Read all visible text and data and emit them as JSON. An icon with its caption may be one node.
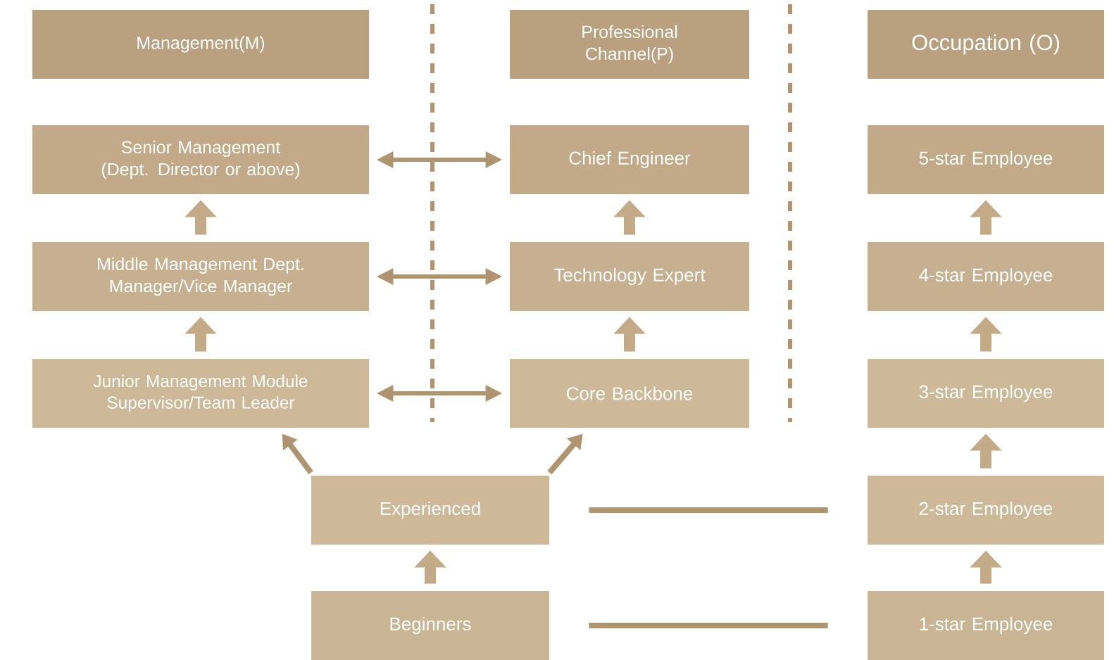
{
  "diagram": {
    "nodes": [
      {
        "text": [
          "Management(M)"
        ]
      },
      {
        "text": [
          "Professional Channel(P)"
        ]
      },
      {
        "text": [
          "Occupation (O)"
        ]
      },
      {
        "text": [
          "Senior Management (Dept. Director or above)"
        ]
      },
      {
        "text": [
          "Chief Engineer"
        ]
      },
      {
        "text": [
          "5-star Employee"
        ]
      },
      {
        "text": [
          "Middle Management Dept. Manager/Vice Manager"
        ]
      },
      {
        "text": [
          "Technology Expert"
        ]
      },
      {
        "text": [
          "4-star Employee"
        ]
      },
      {
        "text": [
          "Junior Management Module Supervisor/Team Leader"
        ]
      },
      {
        "text": [
          "Core Backbone"
        ]
      },
      {
        "text": [
          "3-star Employee"
        ]
      },
      {
        "text": [
          "Experienced"
        ]
      },
      {
        "text": [
          "2-star Employee"
        ]
      },
      {
        "text": [
          "Beginners"
        ]
      },
      {
        "text": [
          "1-star Employee"
        ]
      }
    ],
    "edges": [
      {
        "from": 3,
        "to": 4,
        "arrow": "both",
        "color": "#b09470"
      },
      {
        "from": 6,
        "to": 7,
        "arrow": "both",
        "color": "#b09470"
      },
      {
        "from": 9,
        "to": 10,
        "arrow": "both",
        "color": "#b09470"
      },
      {
        "from": 6,
        "to": 3,
        "arrow": "to"
      },
      {
        "from": 9,
        "to": 6,
        "arrow": "to"
      },
      {
        "from": 7,
        "to": 4,
        "arrow": "to"
      },
      {
        "from": 10,
        "to": 7,
        "arrow": "to"
      },
      {
        "from": 8,
        "to": 5,
        "arrow": "to"
      },
      {
        "from": 11,
        "to": 8,
        "arrow": "to"
      },
      {
        "from": 13,
        "to": 11,
        "arrow": "to"
      },
      {
        "from": 15,
        "to": 13,
        "arrow": "to"
      },
      {
        "from": 12,
        "to": 9,
        "arrow": "to",
        "color": "#b09470"
      },
      {
        "from": 12,
        "to": 10,
        "arrow": "to",
        "color": "#b09470"
      },
      {
        "from": 14,
        "to": 12,
        "arrow": "to"
      },
      {
        "from": 12,
        "to": 13,
        "arrow": "none",
        "color": "#b09470"
      },
      {
        "from": 14,
        "to": 15,
        "arrow": "none",
        "color": "#b09470"
      }
    ]
  }
}
